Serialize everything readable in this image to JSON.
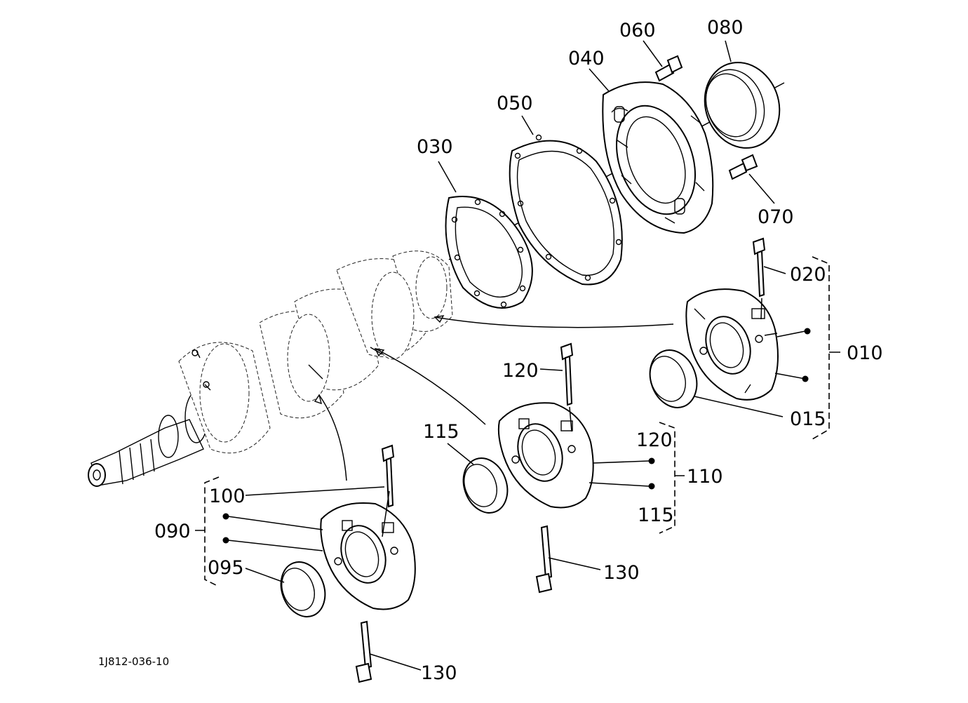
{
  "diagram_code": "1J812-036-10",
  "parts": {
    "p010": "010",
    "p015": "015",
    "p020": "020",
    "p030": "030",
    "p040": "040",
    "p050": "050",
    "p060": "060",
    "p070": "070",
    "p080": "080",
    "p090": "090",
    "p095": "095",
    "p100": "100",
    "p110": "110",
    "p110_120": "120",
    "p110_115": "115",
    "p115": "115",
    "p120": "120",
    "p130_center": "130",
    "p130_bottom": "130"
  }
}
